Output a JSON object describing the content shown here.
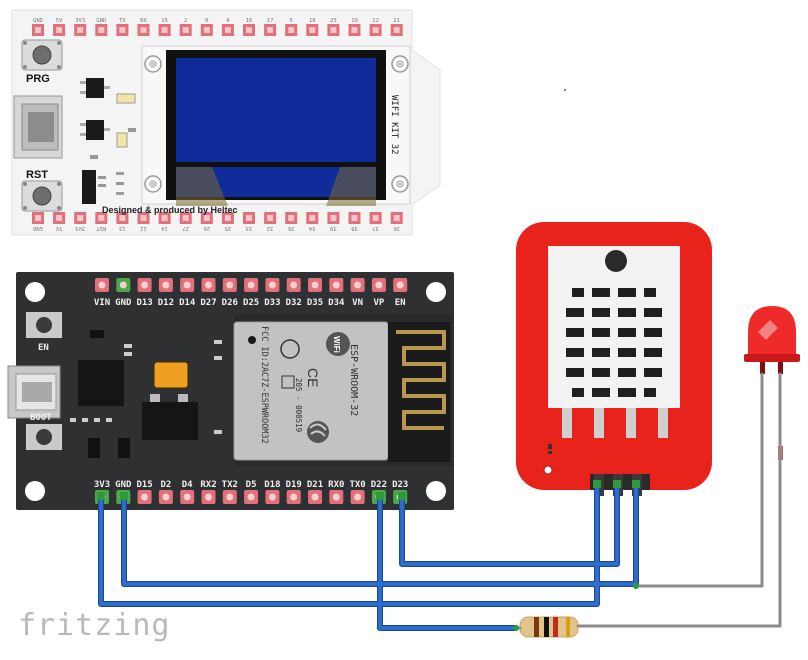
{
  "wifikit": {
    "top_pins": [
      "GND",
      "5V",
      "3V3",
      "GND",
      "TX",
      "RX",
      "15",
      "2",
      "0",
      "4",
      "16",
      "17",
      "5",
      "18",
      "23",
      "19",
      "22",
      "21"
    ],
    "bottom_pins": [
      "GND",
      "5V",
      "3V3",
      "RST",
      "13",
      "12",
      "14",
      "27",
      "26",
      "25",
      "33",
      "32",
      "35",
      "34",
      "39",
      "38",
      "37",
      "36"
    ],
    "prg_label": "PRG",
    "rst_label": "RST",
    "side_text": "WIFI KIT 32",
    "credit_text": "Designed & produced by Heltec"
  },
  "esp32": {
    "top_pins": [
      "VIN",
      "GND",
      "D13",
      "D12",
      "D14",
      "D27",
      "D26",
      "D25",
      "D33",
      "D32",
      "D35",
      "D34",
      "VN",
      "VP",
      "EN"
    ],
    "bottom_pins": [
      "3V3",
      "GND",
      "D15",
      "D2",
      "D4",
      "RX2",
      "TX2",
      "D5",
      "D18",
      "D19",
      "D21",
      "RX0",
      "TX0",
      "D22",
      "D23"
    ],
    "en_label": "EN",
    "boot_label": "BOOT",
    "module_text": "ESP-WROOM-32",
    "fcc_text": "FCC ID:2AC7Z-ESPWROOM32",
    "code_text": "205 - 000519",
    "wifi_text": "WiFi"
  },
  "watermark": "fritzing",
  "colors": {
    "wire": "#2f6fd1",
    "wire_dark": "#1c4a9a",
    "gray_wire": "#8c8c8c",
    "dht_red": "#e8231c",
    "board_dark": "#2f3031",
    "pin_red": "#e2707a",
    "led_red": "#ee2a2a"
  }
}
